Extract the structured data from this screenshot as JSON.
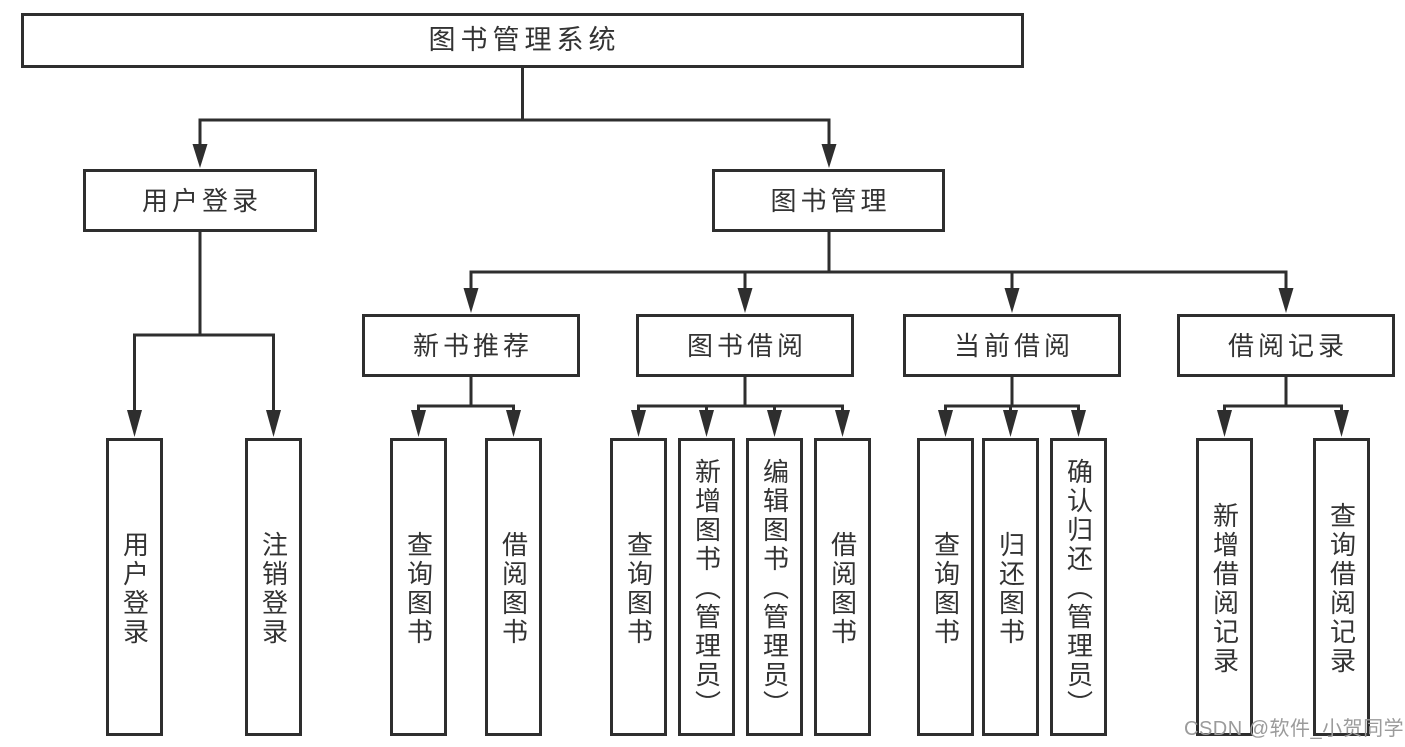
{
  "tree": {
    "root": "图书管理系统",
    "login": {
      "label": "用户登录",
      "children": [
        "用户登录",
        "注销登录"
      ]
    },
    "management": {
      "label": "图书管理",
      "groups": [
        {
          "label": "新书推荐",
          "children": [
            "查询图书",
            "借阅图书"
          ]
        },
        {
          "label": "图书借阅",
          "children": [
            "查询图书",
            "新增图书（管理员）",
            "编辑图书（管理员）",
            "借阅图书"
          ]
        },
        {
          "label": "当前借阅",
          "children": [
            "查询图书",
            "归还图书",
            "确认归还（管理员）"
          ]
        },
        {
          "label": "借阅记录",
          "children": [
            "新增借阅记录",
            "查询借阅记录"
          ]
        }
      ]
    }
  },
  "watermark": "CSDN @软件_小贺同学",
  "colors": {
    "line": "#2e2e2e",
    "box_border": "#2e2e2e",
    "box_fill": "#ffffff",
    "text": "#333333",
    "watermark": "#9b9b9b",
    "background": "#ffffff"
  }
}
